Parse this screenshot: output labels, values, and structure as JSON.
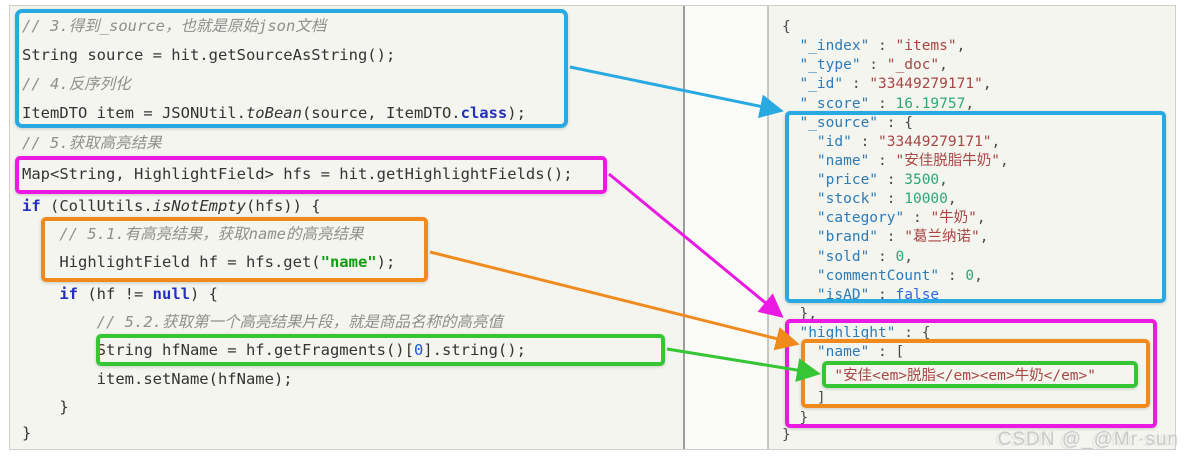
{
  "watermark": "CSDN @_@Mr·sun",
  "annotation_colors": {
    "blue": "#29a9e1",
    "magenta": "#ea1ae2",
    "orange": "#f08a1d",
    "green": "#35c535"
  },
  "left_code": {
    "lines": [
      {
        "tokens": [
          {
            "t": "// 3.得到_source，也就是原始json文档",
            "c": "cmt"
          }
        ]
      },
      {
        "tokens": [
          {
            "t": "String source = hit.getSourceAsString();",
            "c": "pln"
          }
        ]
      },
      {
        "tokens": [
          {
            "t": "// 4.反序列化",
            "c": "cmt"
          }
        ]
      },
      {
        "tokens": [
          {
            "t": "ItemDTO item = JSONUtil.",
            "c": "pln"
          },
          {
            "t": "toBean",
            "c": "itl"
          },
          {
            "t": "(source, ItemDTO.",
            "c": "pln"
          },
          {
            "t": "class",
            "c": "kw"
          },
          {
            "t": ");",
            "c": "pln"
          }
        ]
      },
      {
        "tokens": [
          {
            "t": "// 5.获取高亮结果",
            "c": "cmt"
          }
        ]
      },
      {
        "tokens": [
          {
            "t": "Map<String, HighlightField> hfs = hit.getHighlightFields();",
            "c": "pln"
          }
        ]
      },
      {
        "tokens": [
          {
            "t": "if",
            "c": "kw"
          },
          {
            "t": " (CollUtils.",
            "c": "pln"
          },
          {
            "t": "isNotEmpty",
            "c": "itl"
          },
          {
            "t": "(hfs)) {",
            "c": "pln"
          }
        ]
      },
      {
        "tokens": [
          {
            "t": "    // 5.1.有高亮结果，获取name的高亮结果",
            "c": "cmt"
          }
        ]
      },
      {
        "tokens": [
          {
            "t": "    HighlightField hf = hfs.get(",
            "c": "pln"
          },
          {
            "t": "\"name\"",
            "c": "str"
          },
          {
            "t": ");",
            "c": "pln"
          }
        ]
      },
      {
        "tokens": [
          {
            "t": "    ",
            "c": "pln"
          },
          {
            "t": "if",
            "c": "kw"
          },
          {
            "t": " (hf != ",
            "c": "pln"
          },
          {
            "t": "null",
            "c": "kw"
          },
          {
            "t": ") {",
            "c": "pln"
          }
        ]
      },
      {
        "tokens": [
          {
            "t": "        // 5.2.获取第一个高亮结果片段，就是商品名称的高亮值",
            "c": "cmt"
          }
        ]
      },
      {
        "tokens": [
          {
            "t": "        String hfName = hf.getFragments()[",
            "c": "pln"
          },
          {
            "t": "0",
            "c": "num"
          },
          {
            "t": "].string();",
            "c": "pln"
          }
        ]
      },
      {
        "tokens": [
          {
            "t": "        item.setName(hfName);",
            "c": "pln"
          }
        ]
      },
      {
        "tokens": [
          {
            "t": "    }",
            "c": "pln"
          }
        ]
      },
      {
        "tokens": [
          {
            "t": "}",
            "c": "pln"
          }
        ]
      }
    ]
  },
  "right_json": {
    "lines": [
      {
        "tokens": [
          {
            "t": "{",
            "c": "pct"
          }
        ]
      },
      {
        "tokens": [
          {
            "t": "  ",
            "c": "pct"
          },
          {
            "t": "\"_index\"",
            "c": "key"
          },
          {
            "t": " : ",
            "c": "pct"
          },
          {
            "t": "\"items\"",
            "c": "vstr"
          },
          {
            "t": ",",
            "c": "pct"
          }
        ]
      },
      {
        "tokens": [
          {
            "t": "  ",
            "c": "pct"
          },
          {
            "t": "\"_type\"",
            "c": "key"
          },
          {
            "t": " : ",
            "c": "pct"
          },
          {
            "t": "\"_doc\"",
            "c": "vstr"
          },
          {
            "t": ",",
            "c": "pct"
          }
        ]
      },
      {
        "tokens": [
          {
            "t": "  ",
            "c": "pct"
          },
          {
            "t": "\"_id\"",
            "c": "key"
          },
          {
            "t": " : ",
            "c": "pct"
          },
          {
            "t": "\"33449279171\"",
            "c": "vstr"
          },
          {
            "t": ",",
            "c": "pct"
          }
        ]
      },
      {
        "tokens": [
          {
            "t": "  ",
            "c": "pct"
          },
          {
            "t": "\"_score\"",
            "c": "key"
          },
          {
            "t": " : ",
            "c": "pct"
          },
          {
            "t": "16.19757",
            "c": "vnum"
          },
          {
            "t": ",",
            "c": "pct"
          }
        ]
      },
      {
        "tokens": [
          {
            "t": "  ",
            "c": "pct"
          },
          {
            "t": "\"_source\"",
            "c": "key"
          },
          {
            "t": " : {",
            "c": "pct"
          }
        ]
      },
      {
        "tokens": [
          {
            "t": "    ",
            "c": "pct"
          },
          {
            "t": "\"id\"",
            "c": "key"
          },
          {
            "t": " : ",
            "c": "pct"
          },
          {
            "t": "\"33449279171\"",
            "c": "vstr"
          },
          {
            "t": ",",
            "c": "pct"
          }
        ]
      },
      {
        "tokens": [
          {
            "t": "    ",
            "c": "pct"
          },
          {
            "t": "\"name\"",
            "c": "key"
          },
          {
            "t": " : ",
            "c": "pct"
          },
          {
            "t": "\"安佳脱脂牛奶\"",
            "c": "vstr"
          },
          {
            "t": ",",
            "c": "pct"
          }
        ]
      },
      {
        "tokens": [
          {
            "t": "    ",
            "c": "pct"
          },
          {
            "t": "\"price\"",
            "c": "key"
          },
          {
            "t": " : ",
            "c": "pct"
          },
          {
            "t": "3500",
            "c": "vnum"
          },
          {
            "t": ",",
            "c": "pct"
          }
        ]
      },
      {
        "tokens": [
          {
            "t": "    ",
            "c": "pct"
          },
          {
            "t": "\"stock\"",
            "c": "key"
          },
          {
            "t": " : ",
            "c": "pct"
          },
          {
            "t": "10000",
            "c": "vnum"
          },
          {
            "t": ",",
            "c": "pct"
          }
        ]
      },
      {
        "tokens": [
          {
            "t": "    ",
            "c": "pct"
          },
          {
            "t": "\"category\"",
            "c": "key"
          },
          {
            "t": " : ",
            "c": "pct"
          },
          {
            "t": "\"牛奶\"",
            "c": "vstr"
          },
          {
            "t": ",",
            "c": "pct"
          }
        ]
      },
      {
        "tokens": [
          {
            "t": "    ",
            "c": "pct"
          },
          {
            "t": "\"brand\"",
            "c": "key"
          },
          {
            "t": " : ",
            "c": "pct"
          },
          {
            "t": "\"葛兰纳诺\"",
            "c": "vstr"
          },
          {
            "t": ",",
            "c": "pct"
          }
        ]
      },
      {
        "tokens": [
          {
            "t": "    ",
            "c": "pct"
          },
          {
            "t": "\"sold\"",
            "c": "key"
          },
          {
            "t": " : ",
            "c": "pct"
          },
          {
            "t": "0",
            "c": "vnum"
          },
          {
            "t": ",",
            "c": "pct"
          }
        ]
      },
      {
        "tokens": [
          {
            "t": "    ",
            "c": "pct"
          },
          {
            "t": "\"commentCount\"",
            "c": "key"
          },
          {
            "t": " : ",
            "c": "pct"
          },
          {
            "t": "0",
            "c": "vnum"
          },
          {
            "t": ",",
            "c": "pct"
          }
        ]
      },
      {
        "tokens": [
          {
            "t": "    ",
            "c": "pct"
          },
          {
            "t": "\"isAD\"",
            "c": "key"
          },
          {
            "t": " : ",
            "c": "pct"
          },
          {
            "t": "false",
            "c": "vbool"
          }
        ]
      },
      {
        "tokens": [
          {
            "t": "  },",
            "c": "pct"
          }
        ]
      },
      {
        "tokens": [
          {
            "t": "  ",
            "c": "pct"
          },
          {
            "t": "\"highlight\"",
            "c": "key"
          },
          {
            "t": " : {",
            "c": "pct"
          }
        ]
      },
      {
        "tokens": [
          {
            "t": "    ",
            "c": "pct"
          },
          {
            "t": "\"name\"",
            "c": "key"
          },
          {
            "t": " : [",
            "c": "pct"
          }
        ]
      },
      {
        "tokens": [
          {
            "t": "      ",
            "c": "pct"
          },
          {
            "t": "\"安佳<em>脱脂</em><em>牛奶</em>\"",
            "c": "vstr"
          }
        ]
      },
      {
        "tokens": [
          {
            "t": "    ]",
            "c": "pct"
          }
        ]
      },
      {
        "tokens": [
          {
            "t": "  }",
            "c": "pct"
          }
        ]
      },
      {
        "tokens": [
          {
            "t": "}",
            "c": "pct"
          }
        ]
      }
    ]
  }
}
